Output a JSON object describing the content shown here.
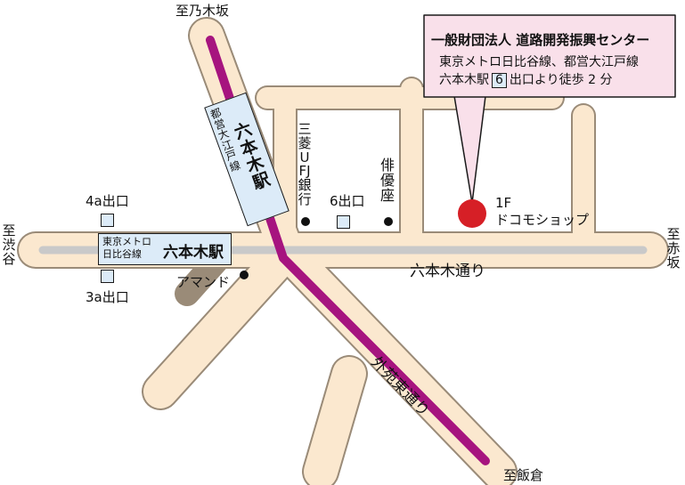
{
  "directions": {
    "north": "至乃木坂",
    "west": "至渋谷",
    "east": "至赤坂",
    "southeast": "至飯倉"
  },
  "roads": {
    "main": "六本木通り",
    "diagonal": "外苑東通り"
  },
  "stations": {
    "metro_line": "東京メトロ\n日比谷線",
    "metro_name": "六本木駅",
    "oedo_line": "都営\n大江戸線",
    "oedo_name": "六本木駅"
  },
  "exits": {
    "exit_4a": "4a出口",
    "exit_3a": "3a出口",
    "exit_6": "6出口"
  },
  "landmarks": {
    "bank": "三菱UFJ銀行",
    "theater": "俳優座",
    "almond": "アマンド"
  },
  "destination": {
    "floor": "1F",
    "shop": "ドコモショップ"
  },
  "callout": {
    "org": "一般財団法人 道路開発振興センター",
    "lines": "東京メトロ日比谷線、都営大江戸線",
    "access_station": "六本木駅",
    "access_exit": "6",
    "access_walk": "出口より徒歩 2 分"
  },
  "colors": {
    "road_fill": "#fbe8cf",
    "road_edge": "#9a8b78",
    "metro_center": "#c9c9c9",
    "oedo_line": "#a6147f",
    "station_box": "#dcebf8",
    "callout_fill": "#f9e0ea",
    "destination_marker": "#d61f26"
  }
}
